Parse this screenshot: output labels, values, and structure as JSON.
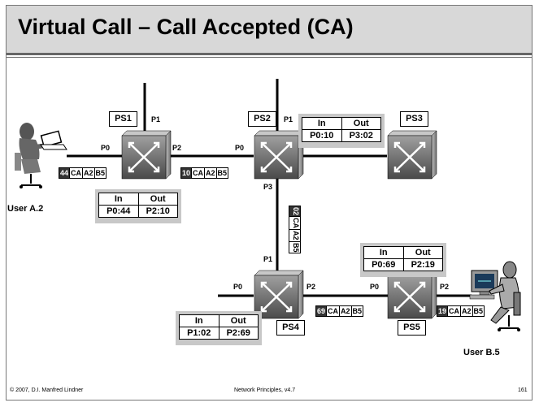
{
  "title": "Virtual Call – Call Accepted (CA)",
  "footer": {
    "left": "© 2007, D.I. Manfred Lindner",
    "center": "Network Principles, v4.7",
    "page": "161"
  },
  "users": {
    "a": "User A.2",
    "b": "User B.5"
  },
  "switches": {
    "ps1": "PS1",
    "ps2": "PS2",
    "ps3": "PS3",
    "ps4": "PS4",
    "ps5": "PS5"
  },
  "ports": {
    "ps1_p1": "P1",
    "ps1_p0": "P0",
    "ps1_p2": "P2",
    "ps2_p1": "P1",
    "ps2_p0": "P0",
    "ps2_p3": "P3",
    "ps4_p1": "P1",
    "ps4_p0": "P0",
    "ps4_p2": "P2",
    "ps5_p0": "P0",
    "ps5_p2": "P2"
  },
  "tables": {
    "ps1": {
      "in_header": "In",
      "out_header": "Out",
      "in": "P0:44",
      "out": "P2:10"
    },
    "ps2": {
      "in_header": "In",
      "out_header": "Out",
      "in": "P0:10",
      "out": "P3:02"
    },
    "ps4": {
      "in_header": "In",
      "out_header": "Out",
      "in": "P1:02",
      "out": "P2:69"
    },
    "ps5": {
      "in_header": "In",
      "out_header": "Out",
      "in": "P0:69",
      "out": "P2:19"
    }
  },
  "packets": {
    "a_ps1": [
      "44",
      "CA",
      "A2",
      "B5"
    ],
    "ps1_ps2": [
      "10",
      "CA",
      "A2",
      "B5"
    ],
    "ps2_ps4": [
      "02",
      "CA",
      "A2",
      "B5"
    ],
    "ps4_ps5": [
      "69",
      "CA",
      "A2",
      "B5"
    ],
    "ps5_b": [
      "19",
      "CA",
      "A2",
      "B5"
    ]
  }
}
